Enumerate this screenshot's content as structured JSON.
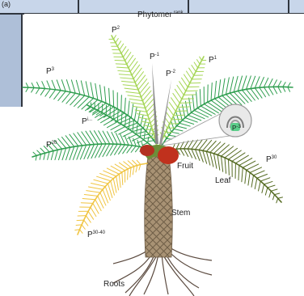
{
  "window": {
    "corner_label": "(a)"
  },
  "diagram": {
    "title": "Phytomer",
    "title_sup": "rank",
    "parts": {
      "fruit": "Fruit",
      "leaf": "Leaf",
      "stem": "Stem",
      "roots": "Roots"
    },
    "leaves": [
      {
        "base": "P",
        "sup": "-1"
      },
      {
        "base": "P",
        "sup": "-2"
      },
      {
        "base": "P",
        "sup": "1"
      },
      {
        "base": "P",
        "sup": "2"
      },
      {
        "base": "P",
        "sup": "3"
      },
      {
        "base": "P",
        "sup": "i..."
      },
      {
        "base": "P",
        "sup": "20"
      },
      {
        "base": "P",
        "sup": "30"
      },
      {
        "base": "P",
        "sup": "30-40"
      }
    ],
    "inset_label": {
      "base": "P",
      "sup": "-3"
    },
    "colors": {
      "young_leaf": "#a6d657",
      "mature_leaf": "#2f9e4f",
      "old_leaf": "#556b22",
      "senescent_leaf": "#f0c440",
      "trunk": "#9e8a6e",
      "fruit": "#c0311d",
      "spear": "#8a8a8a",
      "roots": "#5b4a3f"
    }
  }
}
